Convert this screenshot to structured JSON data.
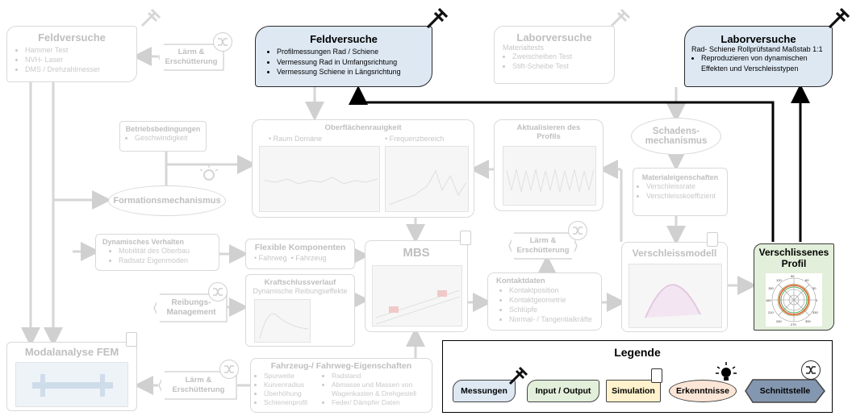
{
  "feld_left": {
    "title": "Feldversuche",
    "items": [
      "Hammer Test",
      "NVH- Laser",
      "DMS / Drehzahlmesser"
    ]
  },
  "laerm_top": {
    "label_l1": "Lärm &",
    "label_l2": "Erschütterung"
  },
  "feld_main": {
    "title": "Feldversuche",
    "items": [
      "Profilmessungen Rad / Schiene",
      "Vermessung Rad in Umfangsrichtung",
      "Vermessung Schiene in Längsrichtung"
    ]
  },
  "labor_left": {
    "title": "Laborversuche",
    "subtitle": "Materialtests",
    "items": [
      "Zweischeiben Test",
      "Stift-Scheibe Test"
    ]
  },
  "labor_main": {
    "title": "Laborversuche",
    "subtitle": "Rad- Schiene Rollprüfstand Maßstab 1:1",
    "items": [
      "Reproduzieren von dynamischen Effekten  und Verschleisstypen"
    ]
  },
  "betrieb": {
    "title": "Betriebsbedingungen",
    "items": [
      "Geschwindigkeit"
    ]
  },
  "oberflaeche": {
    "title": "Oberflächenrauigkeit",
    "left_item": "Raum Domäne",
    "right_item": "Frequenzbereich"
  },
  "aktualisieren": {
    "title_l1": "Aktualisieren des",
    "title_l2": "Profils"
  },
  "schaden": {
    "l1": "Schadens-",
    "l2": "mechanismus"
  },
  "material": {
    "title": "Materialeigenschaften",
    "items": [
      "Verschleissrate",
      "Verschleisskoeffizient"
    ]
  },
  "formation": {
    "label": "Formationsmechanismus"
  },
  "dynamisch": {
    "title": "Dynamisches Verhalten",
    "items": [
      "Mobilität des Oberbau",
      "Radsatz Eigenmoden"
    ]
  },
  "flexible": {
    "title": "Flexible Komponenten",
    "item1": "Fahrweg",
    "item2": "Fahrzeug"
  },
  "mbs": {
    "title": "MBS"
  },
  "laerm_mid": {
    "label_l1": "Lärm &",
    "label_l2": "Erschütterung"
  },
  "verschleissmodell": {
    "title": "Verschleissmodell"
  },
  "verschlissen": {
    "title_l1": "Verschlissenes",
    "title_l2": "Profil",
    "polar_ticks": [
      "0",
      "30",
      "60",
      "90",
      "120",
      "150",
      "180",
      "210",
      "240",
      "270",
      "300",
      "330"
    ]
  },
  "reibung": {
    "l1": "Reibungs-",
    "l2": "Management"
  },
  "kraft": {
    "title": "Kraftschlussverlauf",
    "subtitle": "Dynamische Reibungseffekte"
  },
  "kontakt": {
    "title": "Kontaktdaten",
    "items": [
      "Kontaktposition",
      "Kontaktgeometrie",
      "Schlüpfe",
      "Normal- / Tangentialkräfte"
    ]
  },
  "modal": {
    "title": "Modalanalyse FEM"
  },
  "laerm_bot": {
    "label_l1": "Lärm &",
    "label_l2": "Erschütterung"
  },
  "fahrzeug": {
    "title": "Fahrzeug-/ Fahrweg-Eigenschaften",
    "col1": [
      "Spurweite",
      "Kurvenradius",
      "Überhöhung",
      "Schienenprofil"
    ],
    "col2": [
      "Radstand",
      "Abmasse und Massen von Wagenkasten & Drehgestell",
      "Feder/ Dämpfer Daten"
    ]
  },
  "legend": {
    "title": "Legende",
    "messungen": "Messungen",
    "io": "Input / Output",
    "simulation": "Simulation",
    "erkenntnisse": "Erkenntnisse",
    "schnittstelle": "Schnittstelle"
  },
  "colors": {
    "messung_fill": "#dde8f3",
    "io_fill": "#e2efda",
    "sim_fill": "#fff2cc",
    "erk_fill": "#fbe5d6",
    "schnitt_fill": "#8497b0",
    "faded_line": "#d9d9d9",
    "verschlissen_fill": "#e2efda"
  }
}
